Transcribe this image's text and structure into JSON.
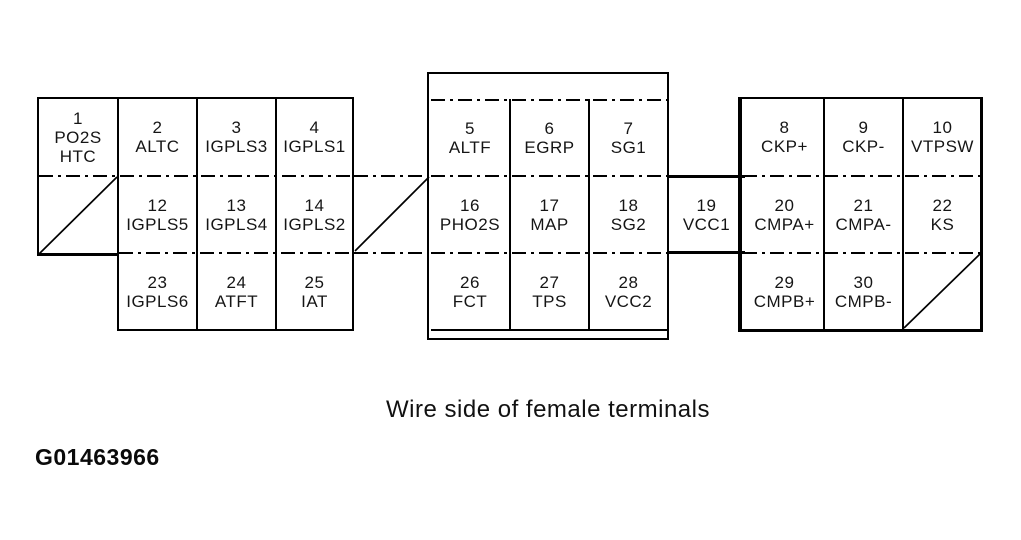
{
  "figure": {
    "caption": "Wire side of female terminals",
    "code": "G01463966"
  },
  "connector": {
    "cells": {
      "c1": {
        "num": "1",
        "label": "PO2S\nHTC"
      },
      "c2": {
        "num": "2",
        "label": "ALTC"
      },
      "c3": {
        "num": "3",
        "label": "IGPLS3"
      },
      "c4": {
        "num": "4",
        "label": "IGPLS1"
      },
      "c5": {
        "num": "5",
        "label": "ALTF"
      },
      "c6": {
        "num": "6",
        "label": "EGRP"
      },
      "c7": {
        "num": "7",
        "label": "SG1"
      },
      "c8": {
        "num": "8",
        "label": "CKP+"
      },
      "c9": {
        "num": "9",
        "label": "CKP-"
      },
      "c10": {
        "num": "10",
        "label": "VTPSW"
      },
      "c12": {
        "num": "12",
        "label": "IGPLS5"
      },
      "c13": {
        "num": "13",
        "label": "IGPLS4"
      },
      "c14": {
        "num": "14",
        "label": "IGPLS2"
      },
      "c16": {
        "num": "16",
        "label": "PHO2S"
      },
      "c17": {
        "num": "17",
        "label": "MAP"
      },
      "c18": {
        "num": "18",
        "label": "SG2"
      },
      "c19": {
        "num": "19",
        "label": "VCC1"
      },
      "c20": {
        "num": "20",
        "label": "CMPA+"
      },
      "c21": {
        "num": "21",
        "label": "CMPA-"
      },
      "c22": {
        "num": "22",
        "label": "KS"
      },
      "c23": {
        "num": "23",
        "label": "IGPLS6"
      },
      "c24": {
        "num": "24",
        "label": "ATFT"
      },
      "c25": {
        "num": "25",
        "label": "IAT"
      },
      "c26": {
        "num": "26",
        "label": "FCT"
      },
      "c27": {
        "num": "27",
        "label": "TPS"
      },
      "c28": {
        "num": "28",
        "label": "VCC2"
      },
      "c29": {
        "num": "29",
        "label": "CMPB+"
      },
      "c30": {
        "num": "30",
        "label": "CMPB-"
      }
    }
  }
}
